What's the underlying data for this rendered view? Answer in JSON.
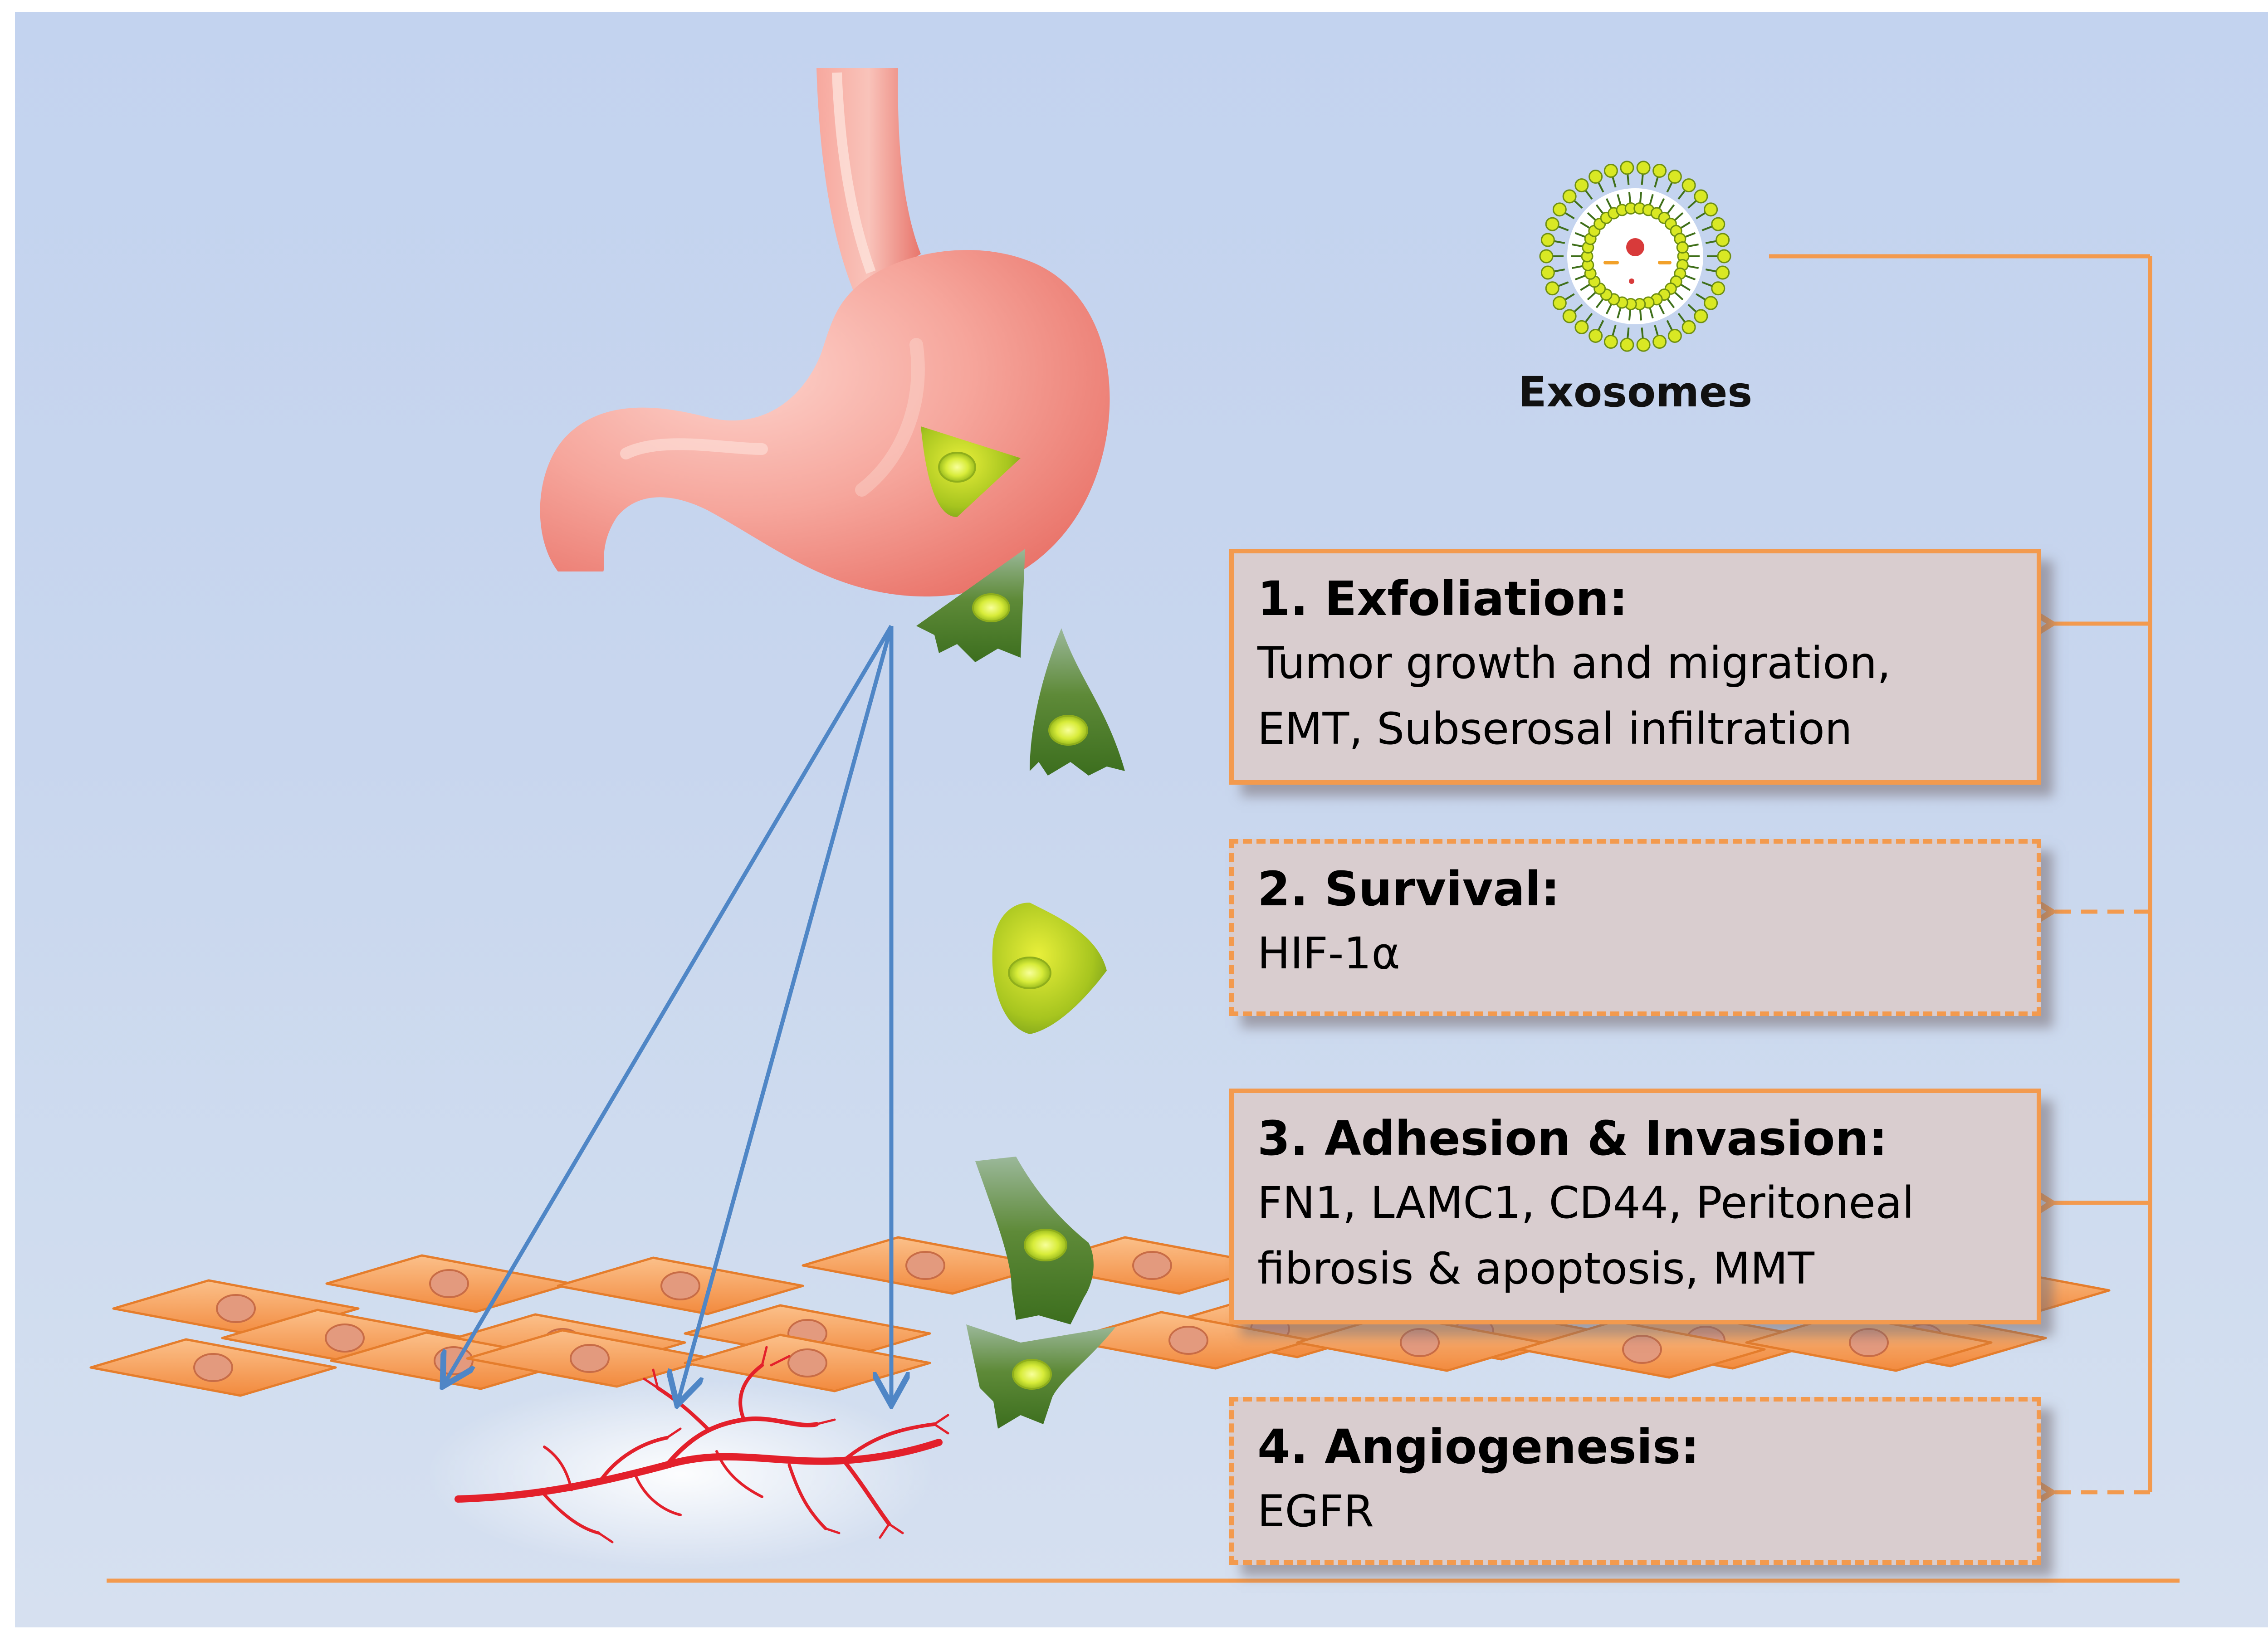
{
  "exosome_label": "Exosomes",
  "steps": [
    {
      "title": "1. Exfoliation:",
      "lines": [
        "Tumor growth and migration,",
        "EMT, Subserosal infiltration"
      ],
      "border": "solid"
    },
    {
      "title": "2. Survival:",
      "lines": [
        "HIF-1α"
      ],
      "border": "dashed"
    },
    {
      "title": "3. Adhesion & Invasion:",
      "lines": [
        "FN1, LAMC1, CD44, Peritoneal",
        "fibrosis & apoptosis, MMT"
      ],
      "border": "solid"
    },
    {
      "title": "4. Angiogenesis:",
      "lines": [
        "EGFR"
      ],
      "border": "dashed"
    }
  ],
  "colors": {
    "background": "#c3d3ef",
    "connector": "#f39a4e",
    "box_fill": "#d9cdcf",
    "stomach": "#f2857c",
    "mesothelial_cell": "#f6a35e",
    "tumor_cell": "#7ea52a",
    "arrow": "#4f86c6",
    "vessel": "#e3202b"
  },
  "icons": [
    "stomach-illustration",
    "exosome-icon",
    "tumor-cell-icon",
    "mesothelium-layer",
    "blood-vessel-icon"
  ]
}
